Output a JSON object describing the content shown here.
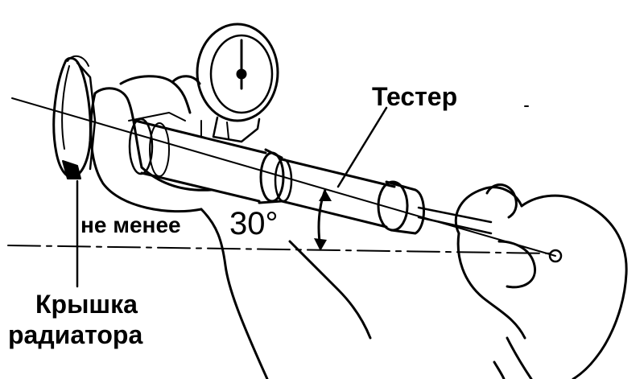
{
  "labels": {
    "tester": "Тестер",
    "angle_text": "не менее",
    "angle_value": "30°",
    "cap_line1": "Крышка",
    "cap_line2": "радиатора"
  },
  "colors": {
    "ink": "#000000",
    "paper": "#ffffff"
  }
}
